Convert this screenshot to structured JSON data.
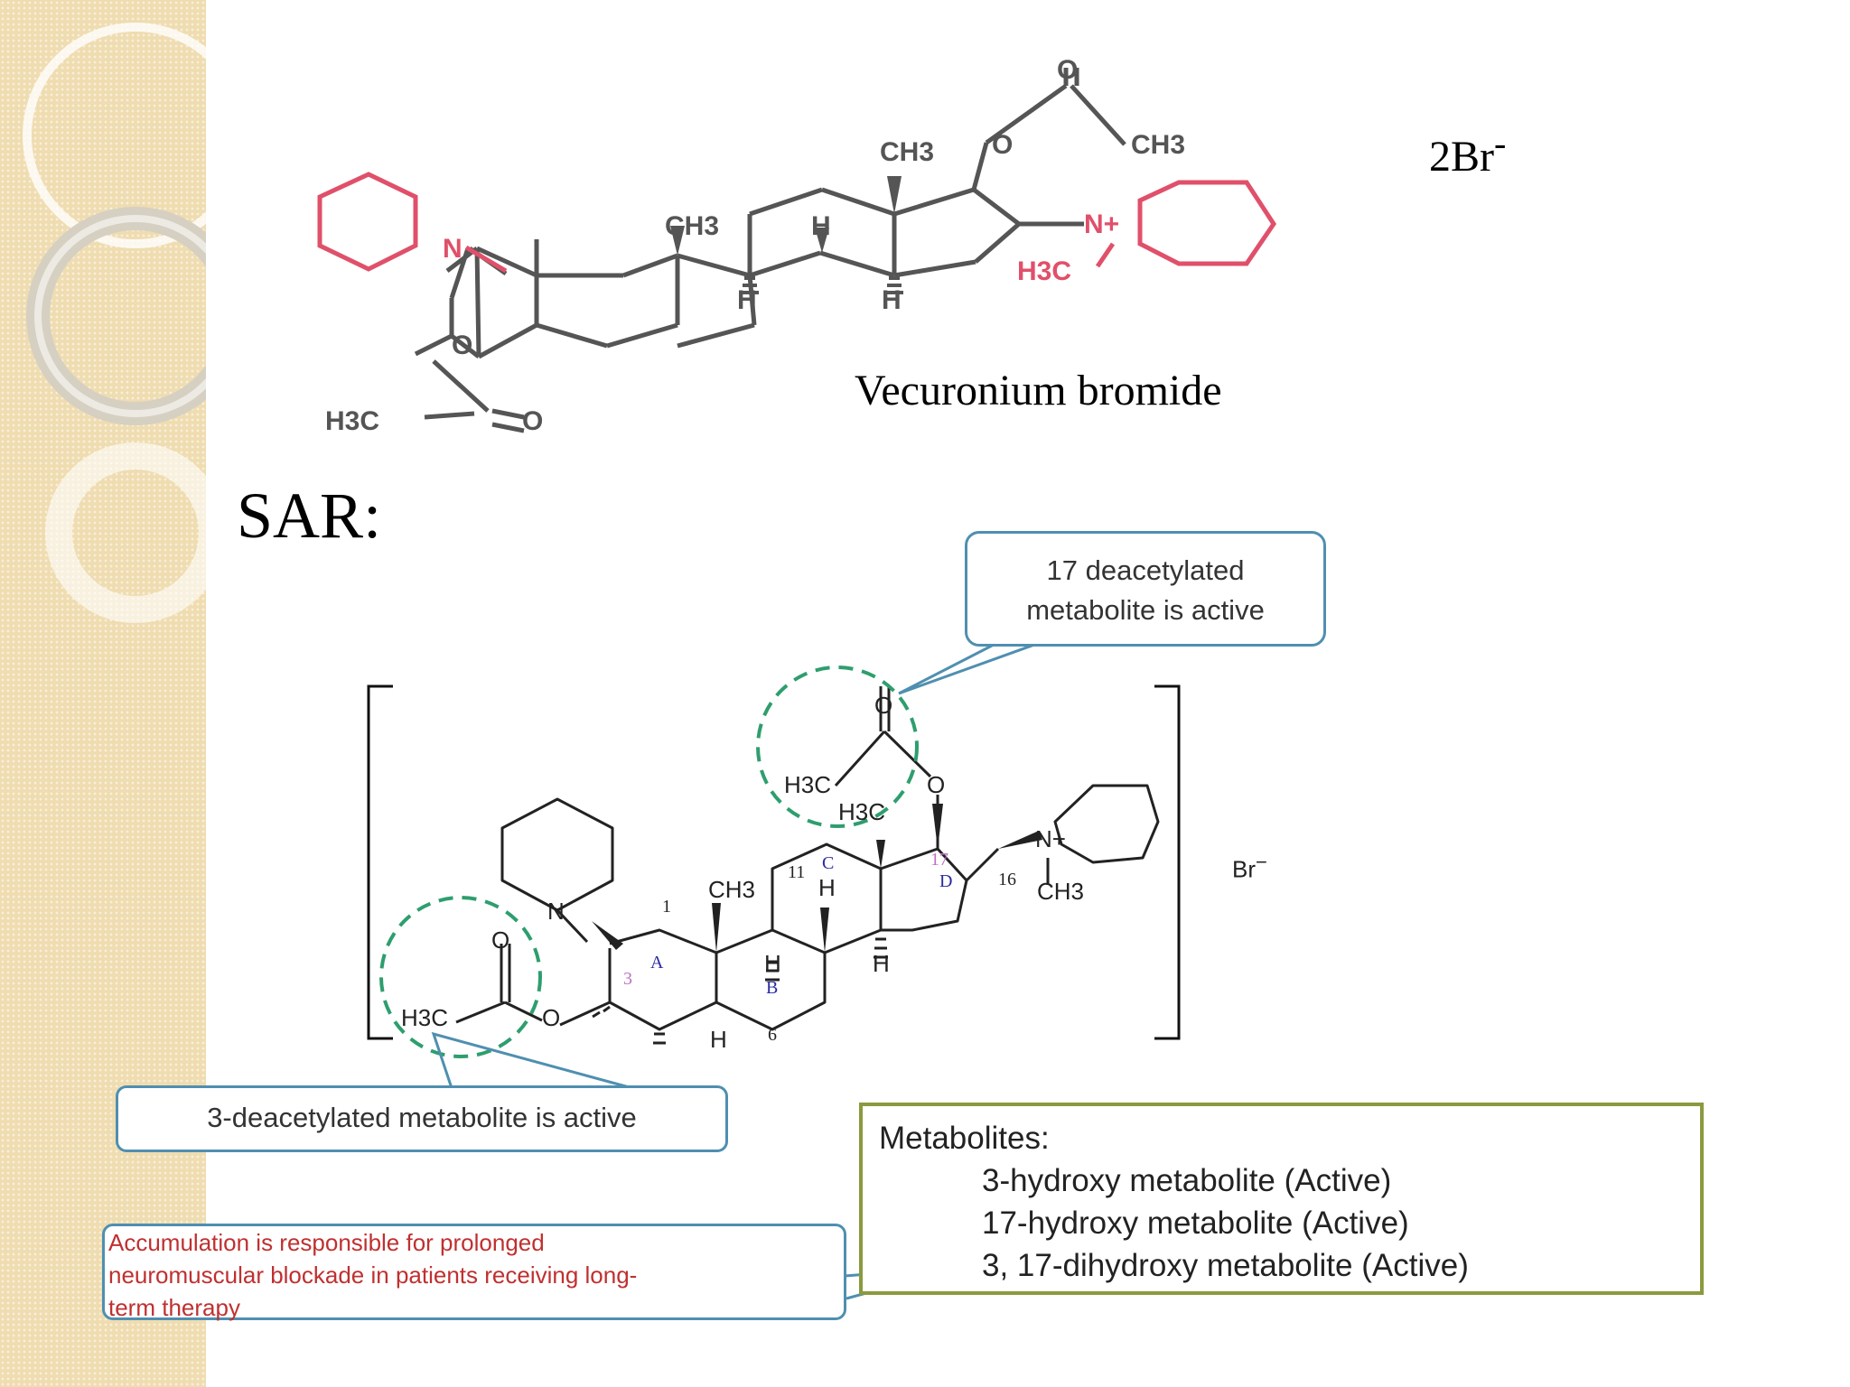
{
  "compound_name": "Vecuronium bromide",
  "counterion_top": "2Br",
  "counterion_top_charge": "-",
  "section_heading": "SAR:",
  "structure_top": {
    "ch3_c13": "CH3",
    "ch3_c10": "CH3",
    "h_upper": "H",
    "h_lower_left": "H",
    "h_lower_right": "H",
    "n_left": "N",
    "n_right": "N+",
    "h3c_nmethyl": "H3C",
    "o_ring_17": "O",
    "o_carbonyl_17": "O",
    "ch3_acetyl_17": "CH3",
    "o_ring_3": "O",
    "o_carbonyl_3": "O",
    "h3c_acetyl_3": "H3C"
  },
  "structure_sar": {
    "o_carbonyl_17": "O",
    "h3c_acetyl_17": "H3C",
    "o_ester_17": "O",
    "h3c_c13": "H3C",
    "n_plus": "N+",
    "ch3_n": "CH3",
    "label_16": "16",
    "label_17": "17",
    "ring_d": "D",
    "label_11": "11",
    "ring_c": "C",
    "h_c": "H",
    "ch3_c10": "CH3",
    "label_1": "1",
    "ring_a": "A",
    "label_3": "3",
    "n_left": "N",
    "o_carbonyl_3": "O",
    "h3c_acetyl_3": "H3C",
    "o_ester_3": "O",
    "h_b": "H",
    "ring_b": "B",
    "h_right": "H",
    "h_bottom": "H",
    "label_6": "6"
  },
  "counterion_sar": "Br",
  "counterion_sar_charge": "−",
  "callouts": {
    "c17_line1": "17 deacetylated",
    "c17_line2": "metabolite is active",
    "c3": "3-deacetylated metabolite is active",
    "accumulation_line1": "Accumulation is responsible for prolonged",
    "accumulation_line2": "neuromuscular blockade in patients receiving long-",
    "accumulation_line3": "term therapy"
  },
  "metabolites": {
    "heading": "Metabolites:",
    "items": [
      "3-hydroxy metabolite (Active)",
      "17-hydroxy metabolite (Active)",
      "3, 17-dihydroxy metabolite (Active)"
    ]
  },
  "colors": {
    "sidebar": "#efdcb0",
    "bond_gray": "#555555",
    "piperidine_red": "#e0506a",
    "callout_border": "#4f8fb0",
    "metabolite_border": "#8a9a3e",
    "highlight_circle": "#2e9e6e",
    "accumulation_text": "#c03030"
  }
}
